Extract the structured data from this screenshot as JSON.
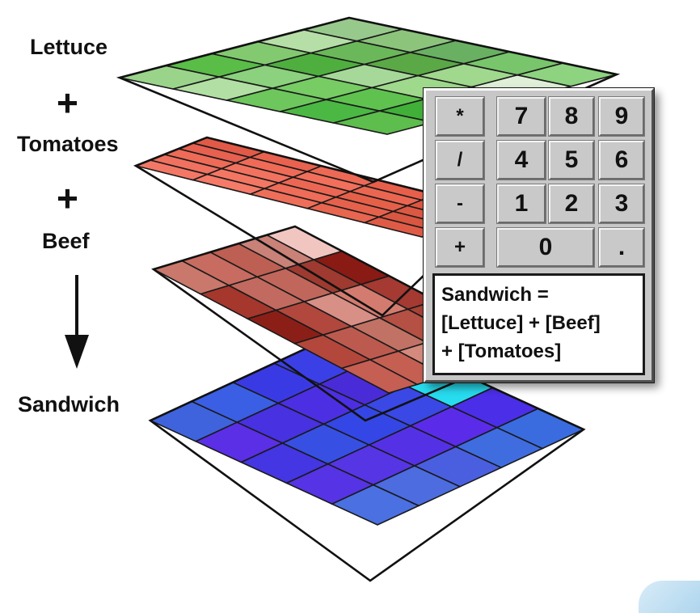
{
  "labels": {
    "lettuce": "Lettuce",
    "plus_1": "+",
    "tomatoes": "Tomatoes",
    "plus_2": "+",
    "beef": "Beef",
    "result": "Sandwich"
  },
  "calculator": {
    "keys": {
      "multiply": "*",
      "divide": "/",
      "minus": "-",
      "plus": "+",
      "k7": "7",
      "k8": "8",
      "k9": "9",
      "k4": "4",
      "k5": "5",
      "k6": "6",
      "k1": "1",
      "k2": "2",
      "k3": "3",
      "k0": "0",
      "dot": "."
    },
    "formula": {
      "line1": "Sandwich =",
      "line2": "[Lettuce] + [Beef]",
      "line3": "+ [Tomatoes]"
    }
  },
  "layers": {
    "lettuce_colors": [
      "#98c98c",
      "#8cc47c",
      "#69b063",
      "#78c56c",
      "#8dd380",
      "#b6dfa7",
      "#6bb85a",
      "#5aa846",
      "#a0d88e",
      "#e0f0d8",
      "#83c970",
      "#4eaf3f",
      "#a6d999",
      "#9fd98c",
      "#7fd36a",
      "#59bd47",
      "#8bd17e",
      "#77cc64",
      "#5fc24f",
      "#41b039",
      "#9ad48b",
      "#b2e0a4",
      "#6dc75c",
      "#4bb843",
      "#5dbd4d"
    ],
    "tomatoes_colors": [
      "#e25a47",
      "#e8624f",
      "#ed6955",
      "#e75f4b",
      "#e15844",
      "#e76050",
      "#ef6b57",
      "#f26f5b",
      "#eb6651",
      "#de5541",
      "#ee6b57",
      "#f27260",
      "#ec6753",
      "#e66049",
      "#dd5842",
      "#f07160",
      "#f37663",
      "#ee6c58",
      "#e6614c",
      "#d95640",
      "#f47766",
      "#f57a68",
      "#ef6e5a",
      "#e8654f",
      "#e05b46"
    ],
    "beef_colors": [
      "#f1c6c1",
      "#8a1a14",
      "#a43a32",
      "#a84136",
      "#cc7d6c",
      "#c98178",
      "#9e3a30",
      "#d47b6f",
      "#b45044",
      "#cf8576",
      "#bd5f52",
      "#c1665b",
      "#d88f85",
      "#c17264",
      "#d58a7e",
      "#c86b60",
      "#c26a5f",
      "#b1473d",
      "#bd5a4f",
      "#c45f52",
      "#c9786b",
      "#a5372d",
      "#8b1f18",
      "#b3473c",
      "#c55e53"
    ],
    "sandwich_colors": [
      "#3f74e1",
      "#ea1bea",
      "#27dcef",
      "#4b2ee8",
      "#3a6ce0",
      "#3b3fe6",
      "#4a2bd8",
      "#3a48e6",
      "#5a2ce9",
      "#3f6de0",
      "#3a3ae5",
      "#4c2fe2",
      "#3446e5",
      "#5531e6",
      "#4a5fe0",
      "#3a5fe4",
      "#4731e0",
      "#3750e3",
      "#5635e5",
      "#4c6ce0",
      "#3f63dd",
      "#5a2fe6",
      "#4436e2",
      "#5633e4",
      "#4a70e2"
    ]
  }
}
